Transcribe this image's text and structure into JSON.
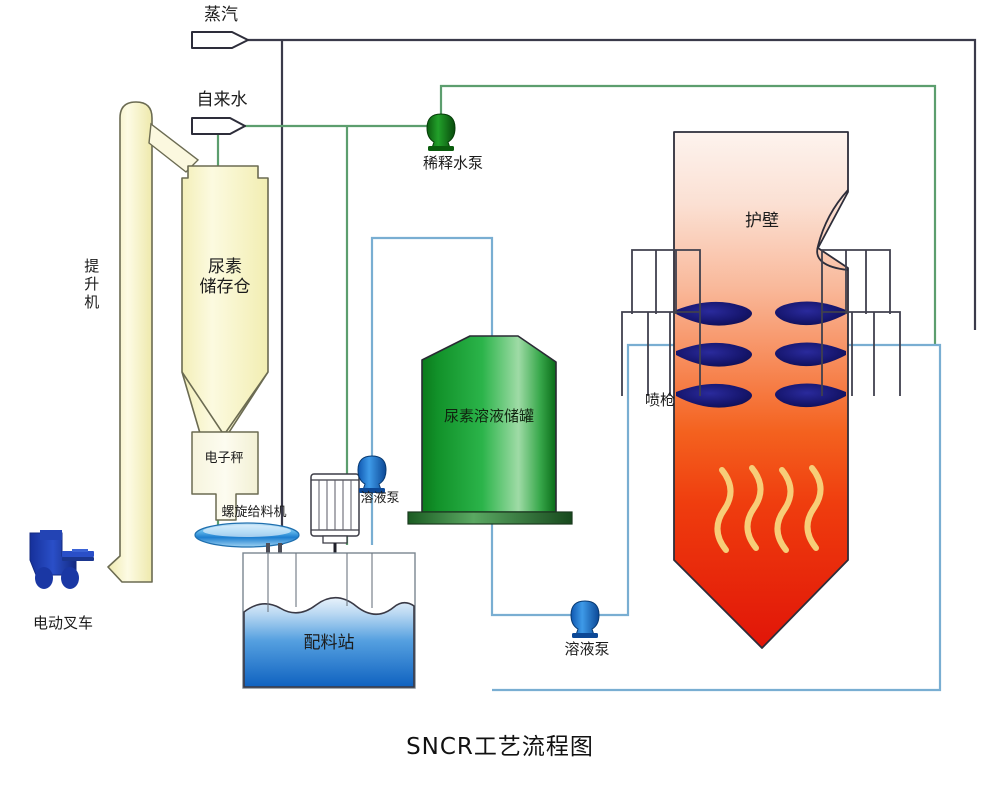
{
  "title": "SNCR工艺流程图",
  "diagram": {
    "name": "SNCR process flow diagram",
    "background": "#ffffff"
  },
  "inlets": [
    {
      "id": "steam",
      "label": "蒸汽",
      "line_color": "#3a3a4a",
      "note": "steam supply arrow tag"
    },
    {
      "id": "tap_water",
      "label": "自来水",
      "line_color": "#4a8f5e",
      "note": "tap water supply arrow tag"
    }
  ],
  "equipment": [
    {
      "id": "forklift",
      "label": "电动叉车",
      "color": "#1f3fa8"
    },
    {
      "id": "elevator",
      "label": "提升机",
      "color": "#f7f4c8"
    },
    {
      "id": "urea_silo",
      "label": "尿素\n储存仓",
      "color": "#faf8d0"
    },
    {
      "id": "scale",
      "label": "电子秤",
      "color": "#fbfbe8"
    },
    {
      "id": "screw_feeder",
      "label": "螺旋给料机",
      "color": "#2f9fe0"
    },
    {
      "id": "batching_station",
      "label": "配料站",
      "color": "#1f77d0"
    },
    {
      "id": "urea_solution_tank",
      "label": "尿素溶液储罐",
      "color": "#17922e"
    },
    {
      "id": "furnace",
      "label": "护壁",
      "color": "#ef4b17"
    },
    {
      "id": "lances",
      "label": "喷枪",
      "color": "#262636"
    }
  ],
  "pumps": [
    {
      "id": "dilution_water_pump",
      "label": "稀释水泵",
      "color": "#1a7a1f"
    },
    {
      "id": "solution_pump_upper",
      "label": "溶液泵",
      "color": "#1878d4"
    },
    {
      "id": "solution_pump_lower",
      "label": "溶液泵",
      "color": "#1878d4"
    }
  ],
  "colors": {
    "steam_line": "#3a3a4a",
    "water_line": "#4a8f5e",
    "solution_line": "#6ba8cf",
    "outline": "#4a4a55",
    "furnace_hot": "#e8220d",
    "furnace_warm": "#f4631d",
    "furnace_cool": "#fdeee6",
    "spray": "#16166e",
    "flame": "#f5c86a",
    "silo_fill": "#faf8d0",
    "tank_green_dark": "#0d7a1e",
    "tank_green_light": "#86d08d",
    "water_blue_dark": "#0f62c0",
    "water_blue_light": "#cfe6f8"
  },
  "counts": {
    "spray_rows": 3,
    "spray_per_row": 2,
    "flame_squiggles": 4,
    "lance_headers_per_side": 2
  }
}
